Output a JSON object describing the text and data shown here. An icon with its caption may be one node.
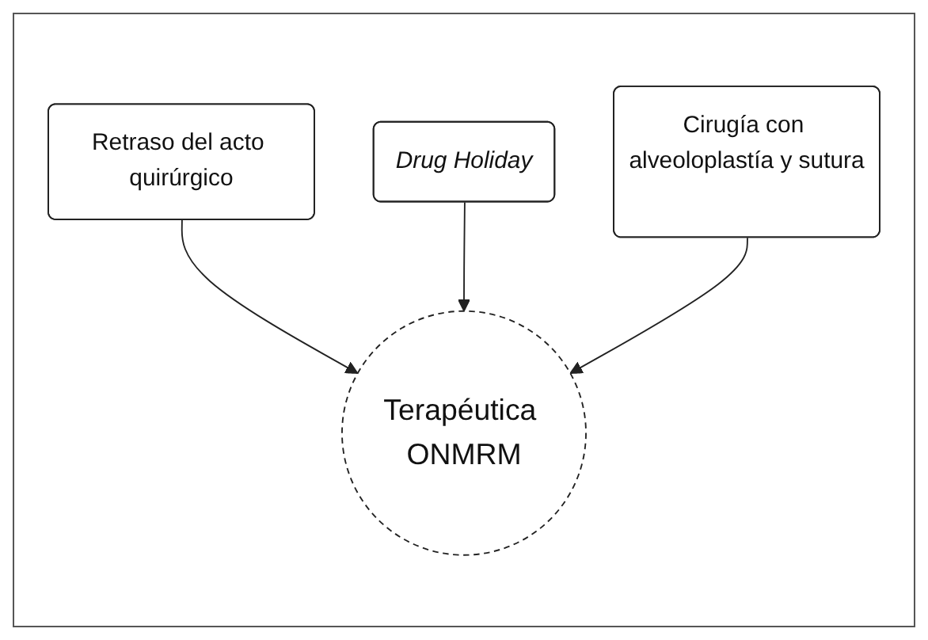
{
  "diagram": {
    "nodes": [
      {
        "text": [
          "Retraso del acto quirúrgico"
        ]
      },
      {
        "text": [
          "Drug Holiday"
        ]
      },
      {
        "text": [
          "Cirugía con alveoloplastía y sutura"
        ]
      },
      {
        "text": [
          "Terapéutica ONMRM"
        ]
      }
    ],
    "edges": [
      {
        "from": 0,
        "to": 3,
        "arrow": "to"
      },
      {
        "from": 1,
        "to": 3,
        "arrow": "to"
      },
      {
        "from": 2,
        "to": 3,
        "arrow": "to"
      }
    ]
  }
}
